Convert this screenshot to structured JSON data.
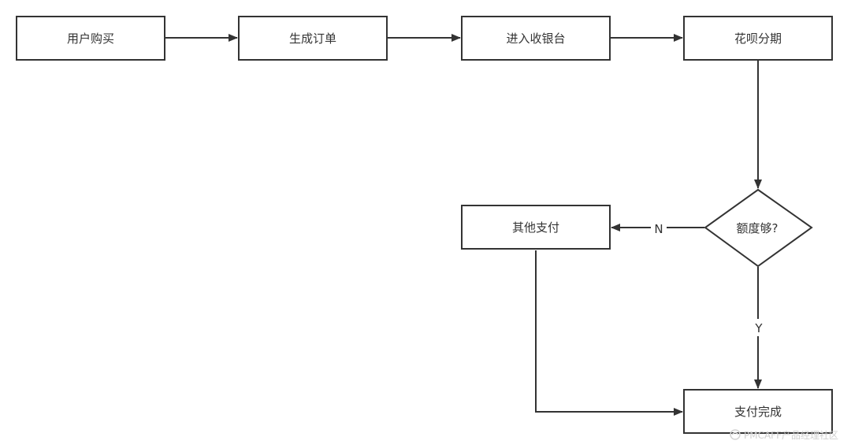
{
  "diagram": {
    "nodes": {
      "user_purchase": "用户购买",
      "create_order": "生成订单",
      "enter_checkout": "进入收银台",
      "huabei_installment": "花呗分期",
      "quota_enough": "额度够?",
      "other_payment": "其他支付",
      "payment_complete": "支付完成"
    },
    "edge_labels": {
      "no": "N",
      "yes": "Y"
    }
  },
  "watermark": {
    "text": "PMCAFF产品经理社区"
  },
  "colors": {
    "stroke": "#333333",
    "text": "#333333",
    "background": "#ffffff",
    "watermark": "#cfcfcf"
  }
}
